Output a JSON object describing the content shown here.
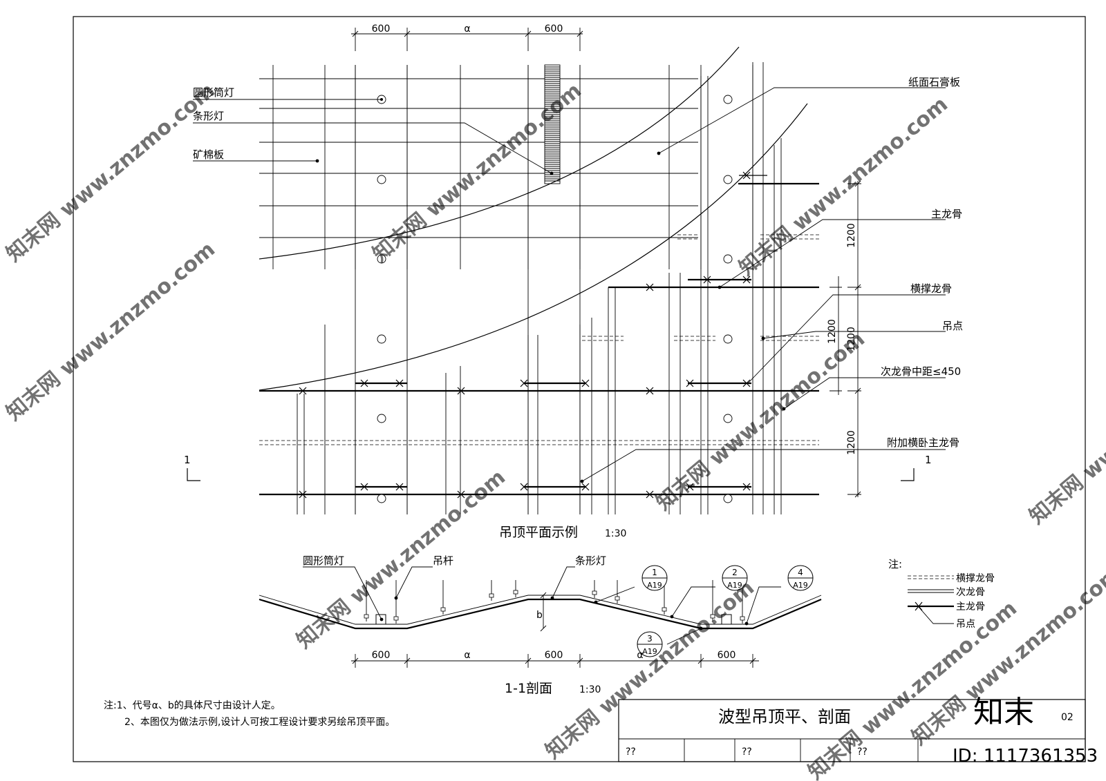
{
  "plan": {
    "title": "吊顶平面示例",
    "scale": "1:30",
    "section_mark": "1",
    "labels": {
      "round_downlight": "圆形筒灯",
      "strip_light": "条形灯",
      "mineral_board": "矿棉板",
      "gypsum_board": "纸面石膏板",
      "main_keel": "主龙骨",
      "cross_keel": "横撑龙骨",
      "hanger_point": "吊点",
      "secondary_spacing": "次龙骨中距≤450",
      "extra_main_keel": "附加横卧主龙骨"
    },
    "dims_top": [
      "600",
      "α",
      "600"
    ],
    "dims_right": [
      "1200",
      "1200",
      "1200",
      "1200"
    ]
  },
  "section": {
    "title": "1-1剖面",
    "scale": "1:30",
    "labels": {
      "round_downlight": "圆形筒灯",
      "hanger_rod": "吊杆",
      "strip_light": "条形灯"
    },
    "b_label": "b",
    "dims_bottom": [
      "600",
      "α",
      "600",
      "α",
      "600"
    ],
    "callouts": [
      {
        "num": "1",
        "sheet": "A19"
      },
      {
        "num": "2",
        "sheet": "A19"
      },
      {
        "num": "4",
        "sheet": "A19"
      },
      {
        "num": "3",
        "sheet": "A19"
      }
    ]
  },
  "legend": {
    "heading": "注:",
    "items": [
      "横撑龙骨",
      "次龙骨",
      "主龙骨",
      "吊点"
    ]
  },
  "notes": {
    "line1": "注:1、代号α、b的具体尺寸由设计人定。",
    "line2": "2、本图仅为做法示例,设计人可按工程设计要求另绘吊顶平面。"
  },
  "title_block": {
    "title": "波型吊顶平、剖面",
    "sheet_no": "02",
    "cells": [
      "??",
      "??",
      "??"
    ]
  },
  "watermark": {
    "text": "知末网 www.znzmo.com",
    "logo": "知末",
    "id": "ID: 1117361353"
  }
}
